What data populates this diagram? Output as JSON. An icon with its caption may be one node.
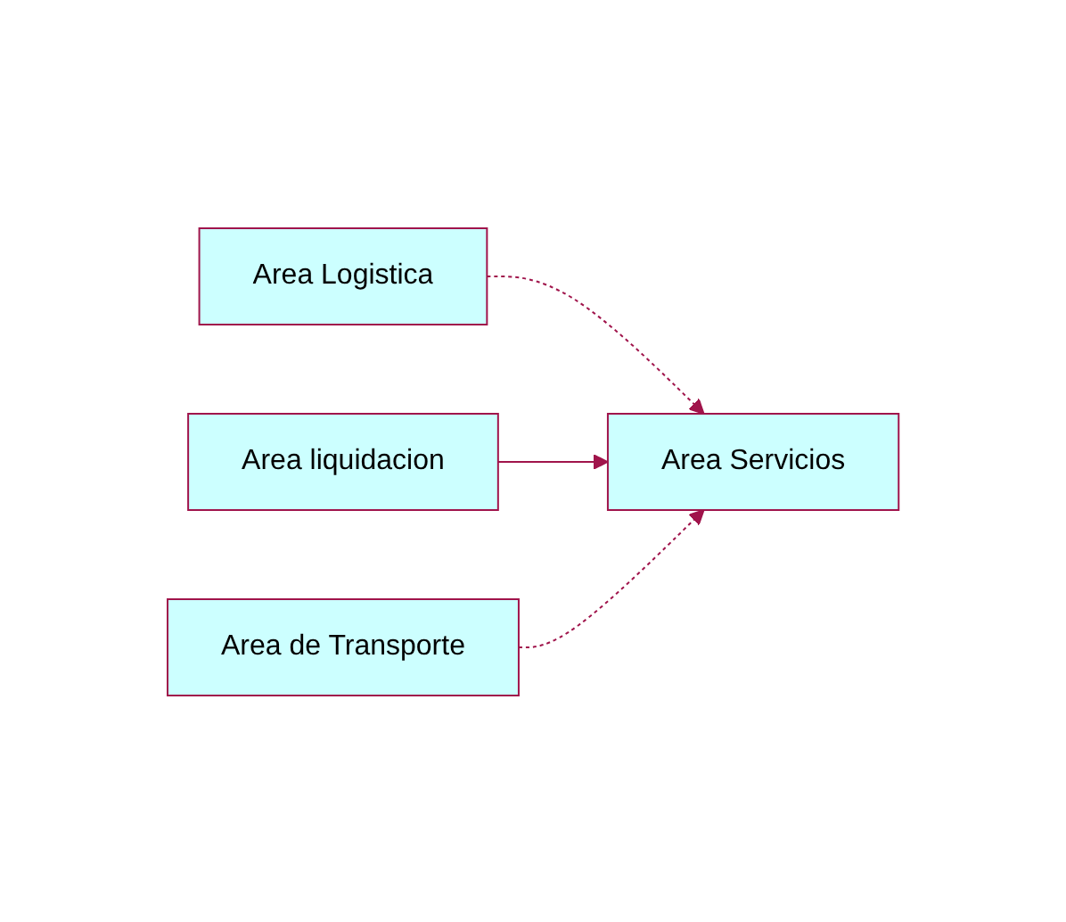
{
  "diagram": {
    "nodes": [
      {
        "text": [
          "Area Logistica"
        ]
      },
      {
        "text": [
          "Area Servicios"
        ]
      },
      {
        "text": [
          "Area liquidacion"
        ]
      },
      {
        "text": [
          "Area de Transporte"
        ]
      }
    ],
    "edges": [
      {
        "from": 0,
        "to": 1,
        "arrow": "to",
        "style": "dashed"
      },
      {
        "from": 2,
        "to": 1,
        "arrow": "to"
      },
      {
        "from": 3,
        "to": 1,
        "arrow": "to",
        "style": "dashed"
      }
    ]
  }
}
